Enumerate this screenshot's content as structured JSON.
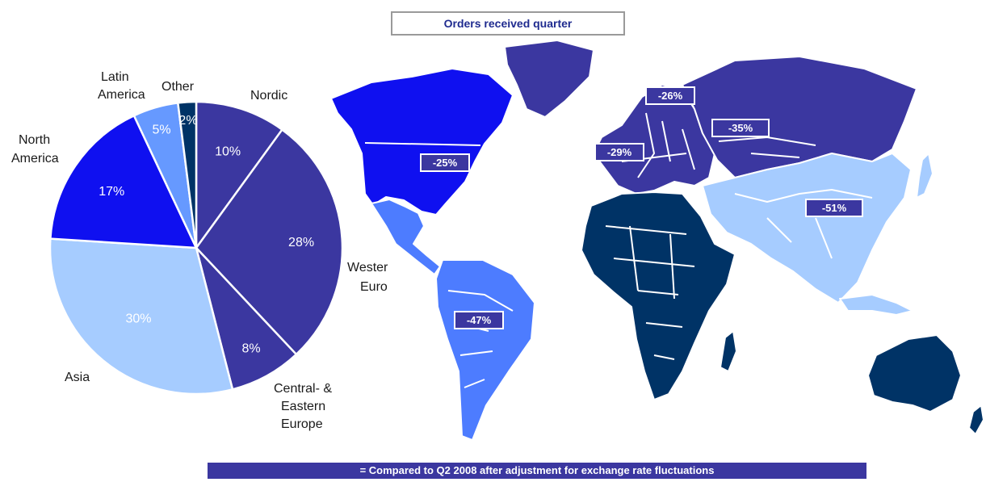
{
  "title": "Orders received quarter",
  "footer": "= Compared to Q2 2008 after adjustment for exchange rate fluctuations",
  "colors": {
    "nordic": "#3b37a0",
    "western_europe": "#3b37a0",
    "central_eastern_europe": "#3b37a0",
    "asia": "#a6ccff",
    "north_america": "#0f10f0",
    "latin_america": "#6699ff",
    "other": "#003366"
  },
  "chart_data": {
    "type": "pie",
    "slices": [
      {
        "label": "Nordic",
        "value": 10,
        "value_label": "10%",
        "color": "#3b37a0"
      },
      {
        "label": "Western Europe",
        "value": 28,
        "value_label": "28%",
        "color": "#3b37a0"
      },
      {
        "label": "Central- & Eastern Europe",
        "value": 8,
        "value_label": "8%",
        "color": "#3b37a0"
      },
      {
        "label": "Asia",
        "value": 30,
        "value_label": "30%",
        "color": "#a6ccff"
      },
      {
        "label": "North America",
        "value": 17,
        "value_label": "17%",
        "color": "#0f10f0"
      },
      {
        "label": "Latin America",
        "value": 5,
        "value_label": "5%",
        "color": "#6699ff"
      },
      {
        "label": "Other",
        "value": 2,
        "value_label": "2%",
        "color": "#003366"
      }
    ]
  },
  "map": {
    "regions": [
      {
        "name": "North America",
        "change": "-25%",
        "color": "#0f10f0"
      },
      {
        "name": "Latin America",
        "change": "-47%",
        "color": "#4d7cff"
      },
      {
        "name": "Nordic",
        "change": "-26%",
        "color": "#3b37a0"
      },
      {
        "name": "Western Europe",
        "change": "-29%",
        "color": "#3b37a0"
      },
      {
        "name": "Central- & Eastern Europe",
        "change": "-35%",
        "color": "#3b37a0"
      },
      {
        "name": "Asia",
        "change": "-51%",
        "color": "#a6ccff"
      },
      {
        "name": "Other",
        "color": "#003366"
      }
    ]
  }
}
